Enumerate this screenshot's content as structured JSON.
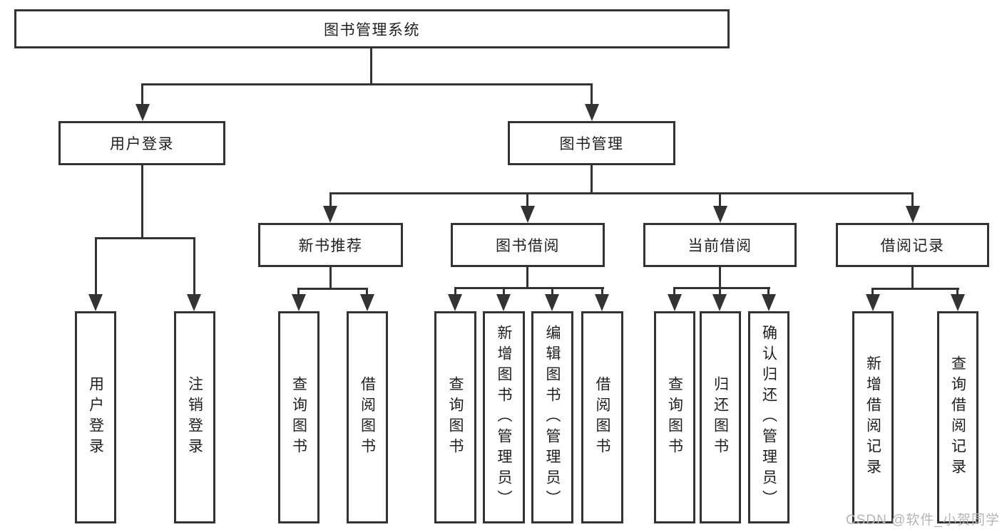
{
  "diagram": {
    "root": {
      "label": "图书管理系统"
    },
    "branches": [
      {
        "label": "用户登录",
        "children": [
          {
            "label": "用户登录"
          },
          {
            "label": "注销登录"
          }
        ]
      },
      {
        "label": "图书管理",
        "children": [
          {
            "label": "新书推荐",
            "children": [
              {
                "label": "查询图书"
              },
              {
                "label": "借阅图书"
              }
            ]
          },
          {
            "label": "图书借阅",
            "children": [
              {
                "label": "查询图书"
              },
              {
                "label": "新增图书（管理员）"
              },
              {
                "label": "编辑图书（管理员）"
              },
              {
                "label": "借阅图书"
              }
            ]
          },
          {
            "label": "当前借阅",
            "children": [
              {
                "label": "查询图书"
              },
              {
                "label": "归还图书"
              },
              {
                "label": "确认归还（管理员）"
              }
            ]
          },
          {
            "label": "借阅记录",
            "children": [
              {
                "label": "新增借阅记录"
              },
              {
                "label": "查询借阅记录"
              }
            ]
          }
        ]
      }
    ]
  },
  "watermark": {
    "text": "CSDN @软件_小贺同学"
  },
  "colors": {
    "line": "#333333",
    "text": "#1f1f1f",
    "background": "#ffffff",
    "watermark": "#b5b5b5"
  }
}
